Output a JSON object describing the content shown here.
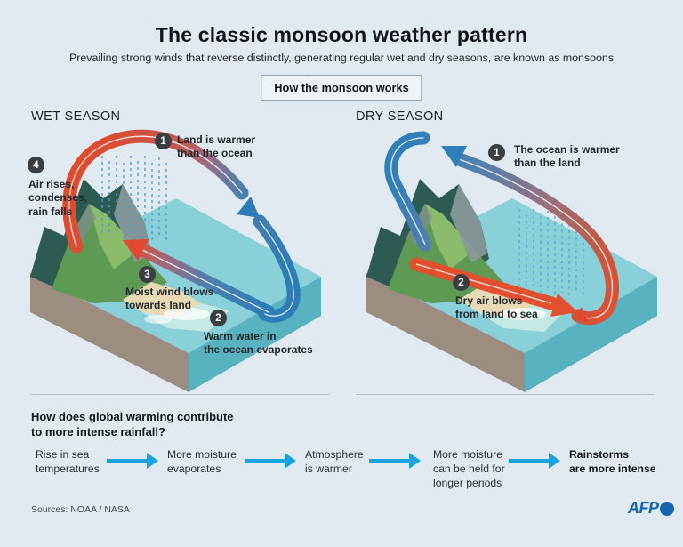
{
  "header": {
    "title": "The classic monsoon weather pattern",
    "subtitle": "Prevailing strong winds that reverse distinctly, generating regular wet and dry seasons, are known as monsoons",
    "button_label": "How the monsoon works"
  },
  "wet": {
    "heading": "WET SEASON",
    "steps": [
      {
        "num": "1",
        "text": "Land is warmer\nthan the ocean"
      },
      {
        "num": "2",
        "text": "Warm water in\nthe ocean evaporates"
      },
      {
        "num": "3",
        "text": "Moist wind blows\ntowards land"
      },
      {
        "num": "4",
        "text": "Air rises,\ncondenses,\nrain falls"
      }
    ]
  },
  "dry": {
    "heading": "DRY SEASON",
    "steps": [
      {
        "num": "1",
        "text": "The ocean is warmer\nthan the land"
      },
      {
        "num": "2",
        "text": "Dry air blows\nfrom land to sea"
      }
    ]
  },
  "warming": {
    "question": "How does global warming contribute\nto more intense rainfall?",
    "chain": [
      "Rise in sea\ntemperatures",
      "More moisture\nevaporates",
      "Atmosphere\nis warmer",
      "More moisture\ncan be held for\nlonger periods",
      "Rainstorms\nare more intense"
    ]
  },
  "footer": {
    "sources": "Sources: NOAA / NASA",
    "brand": "AFP"
  },
  "colors": {
    "background": "#e1eaf0",
    "warm_arrow_red": "#e04a2f",
    "cool_arrow_blue": "#2b7cb9",
    "flow_arrow_cyan": "#18a2e0",
    "ocean_top": "#89d0d8",
    "ocean_side": "#58b2bf",
    "land_side": "#9b8d7f",
    "badge_dark": "#3a3e41",
    "afp_blue": "#1464b0"
  }
}
